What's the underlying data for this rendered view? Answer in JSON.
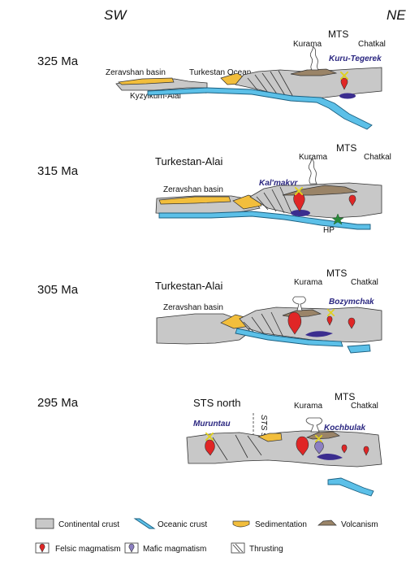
{
  "orientation": {
    "left": "SW",
    "right": "NE"
  },
  "panels": [
    {
      "age": "325 Ma",
      "labels": {
        "region": "MTS",
        "west": "Kurama",
        "east": "Chatkal",
        "basin": "Zeravshan basin",
        "ocean": "Turkestan Ocean",
        "terrane": "Kyzylkum-Alai",
        "deposit": "Kuru-Tegerek"
      }
    },
    {
      "age": "315 Ma",
      "labels": {
        "terrane": "Turkestan-Alai",
        "region": "MTS",
        "west": "Kurama",
        "east": "Chatkal",
        "deposit": "Kal'makyr",
        "basin": "Zeravshan basin",
        "hp": "HP"
      }
    },
    {
      "age": "305 Ma",
      "labels": {
        "terrane": "Turkestan-Alai",
        "region": "MTS",
        "west": "Kurama",
        "east": "Chatkal",
        "deposit": "Bozymchak",
        "basin": "Zeravshan basin"
      }
    },
    {
      "age": "295 Ma",
      "labels": {
        "sts": "STS north",
        "region": "MTS",
        "west": "Kurama",
        "east": "Chatkal",
        "suture": "STS suture",
        "deposit_west": "Muruntau",
        "deposit_east": "Kochbulak"
      }
    }
  ],
  "legend": [
    {
      "key": "continental-crust",
      "label": "Continental crust"
    },
    {
      "key": "oceanic-crust",
      "label": "Oceanic crust"
    },
    {
      "key": "sedimentation",
      "label": "Sedimentation"
    },
    {
      "key": "volcanism",
      "label": "Volcanism"
    },
    {
      "key": "felsic-magmatism",
      "label": "Felsic magmatism"
    },
    {
      "key": "mafic-magmatism",
      "label": "Mafic magmatism"
    },
    {
      "key": "thrusting",
      "label": "Thrusting"
    }
  ],
  "colors": {
    "continental": "#c8c8c8",
    "ocean": "#5cc0e8",
    "sediment": "#f2be3c",
    "volcanic": "#9a8468",
    "felsic": "#e02626",
    "mafic": "#8c7fc2",
    "melt": "#3b2d8f",
    "deposit_text": "#2a2680",
    "mine": "#e0d020",
    "hp_star": "#2a8a3a"
  }
}
